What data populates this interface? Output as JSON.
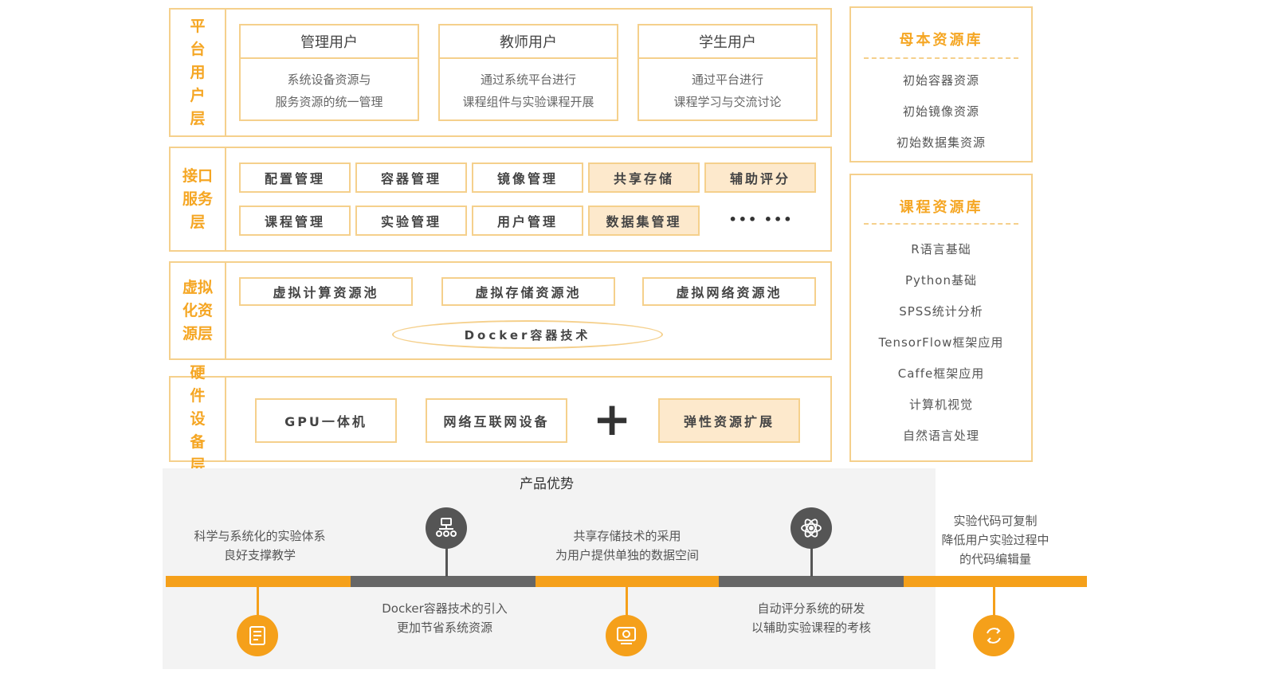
{
  "platform_layer": {
    "label": "平台用户层",
    "cards": [
      {
        "title": "管理用户",
        "desc": "系统设备资源与\n服务资源的统一管理"
      },
      {
        "title": "教师用户",
        "desc": "通过系统平台进行\n课程组件与实验课程开展"
      },
      {
        "title": "学生用户",
        "desc": "通过平台进行\n课程学习与交流讨论"
      }
    ]
  },
  "interface_layer": {
    "label": "接口服务层",
    "row1": [
      "配置管理",
      "容器管理",
      "镜像管理",
      "共享存储",
      "辅助评分"
    ],
    "row2": [
      "课程管理",
      "实验管理",
      "用户管理",
      "数据集管理"
    ],
    "more": "•••  •••"
  },
  "virtual_layer": {
    "label": "虚拟化资源层",
    "pools": [
      "虚拟计算资源池",
      "虚拟存储资源池",
      "虚拟网络资源池"
    ],
    "docker": "Docker容器技术"
  },
  "hardware_layer": {
    "label": "硬件设备层",
    "items": [
      "GPU一体机",
      "网络互联网设备"
    ],
    "plus": "+",
    "extend": "弹性资源扩展"
  },
  "master_library": {
    "title": "母本资源库",
    "items": [
      "初始容器资源",
      "初始镜像资源",
      "初始数据集资源"
    ]
  },
  "course_library": {
    "title": "课程资源库",
    "items": [
      "R语言基础",
      "Python基础",
      "SPSS统计分析",
      "TensorFlow框架应用",
      "Caffe框架应用",
      "计算机视觉",
      "自然语言处理"
    ]
  },
  "advantages": {
    "title": "产品优势",
    "items": [
      {
        "text": "科学与系统化的实验体系\n良好支撑教学",
        "icon": "document-icon"
      },
      {
        "text": "Docker容器技术的引入\n更加节省系统资源",
        "icon": "network-icon"
      },
      {
        "text": "共享存储技术的采用\n为用户提供单独的数据空间",
        "icon": "email-icon"
      },
      {
        "text": "自动评分系统的研发\n以辅助实验课程的考核",
        "icon": "atom-icon"
      },
      {
        "text": "实验代码可复制\n降低用户实验过程中\n的代码编辑量",
        "icon": "refresh-icon"
      }
    ]
  },
  "colors": {
    "accent": "#f5a623",
    "border": "#f5d08c",
    "highlight": "#fde9cc",
    "timeline_dark": "#666666",
    "timeline_orange": "#f5a01a"
  }
}
